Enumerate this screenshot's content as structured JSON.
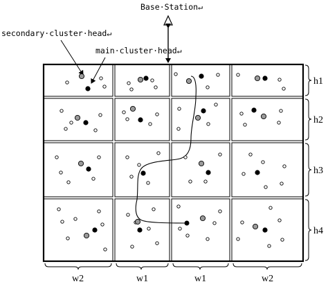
{
  "labels": {
    "base_station": "Base·Station↵",
    "secondary_cluster_head": "secondary·cluster·head↵",
    "main_cluster_head": "main·cluster·head↵"
  },
  "column_widths": [
    {
      "id": "c1",
      "label": "w2"
    },
    {
      "id": "c2",
      "label": "w1"
    },
    {
      "id": "c3",
      "label": "w1"
    },
    {
      "id": "c4",
      "label": "w2"
    }
  ],
  "row_heights": [
    {
      "id": "r1",
      "label": "h1"
    },
    {
      "id": "r2",
      "label": "h2"
    },
    {
      "id": "r3",
      "label": "h3"
    },
    {
      "id": "r4",
      "label": "h4"
    }
  ],
  "grid": {
    "columns": 4,
    "rows": 4
  },
  "node_types": [
    "sensor-node",
    "secondary-cluster-head",
    "main-cluster-head"
  ],
  "colors": {
    "line": "#000000",
    "secondary_head": "#9a9a9a",
    "main_head": "#000000",
    "sensor": "#ffffff"
  }
}
